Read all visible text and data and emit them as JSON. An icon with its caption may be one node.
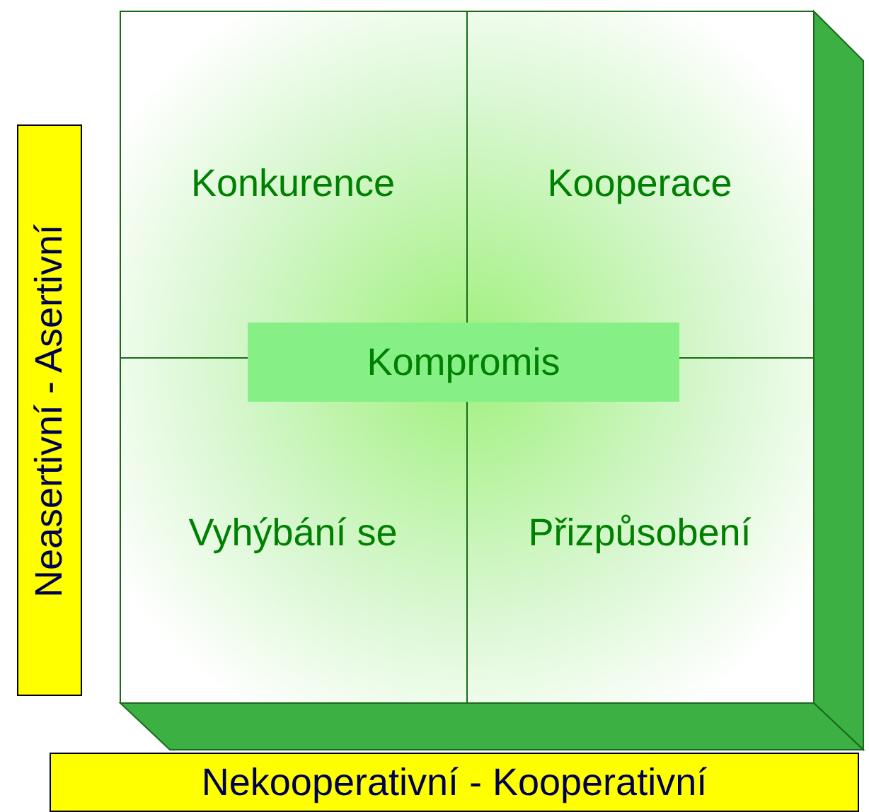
{
  "diagram": {
    "nodes": [
      {
        "text": [
          "Neasertivní - Asertivní"
        ]
      },
      {
        "text": [
          "Konkurence"
        ]
      },
      {
        "text": [
          "Kooperace"
        ]
      },
      {
        "text": [
          "Kompromis"
        ]
      },
      {
        "text": [
          "Vyhýbání se"
        ]
      },
      {
        "text": [
          "Přizpůsobení"
        ]
      },
      {
        "text": [
          "Nekooperativní - Kooperativní"
        ]
      }
    ]
  }
}
